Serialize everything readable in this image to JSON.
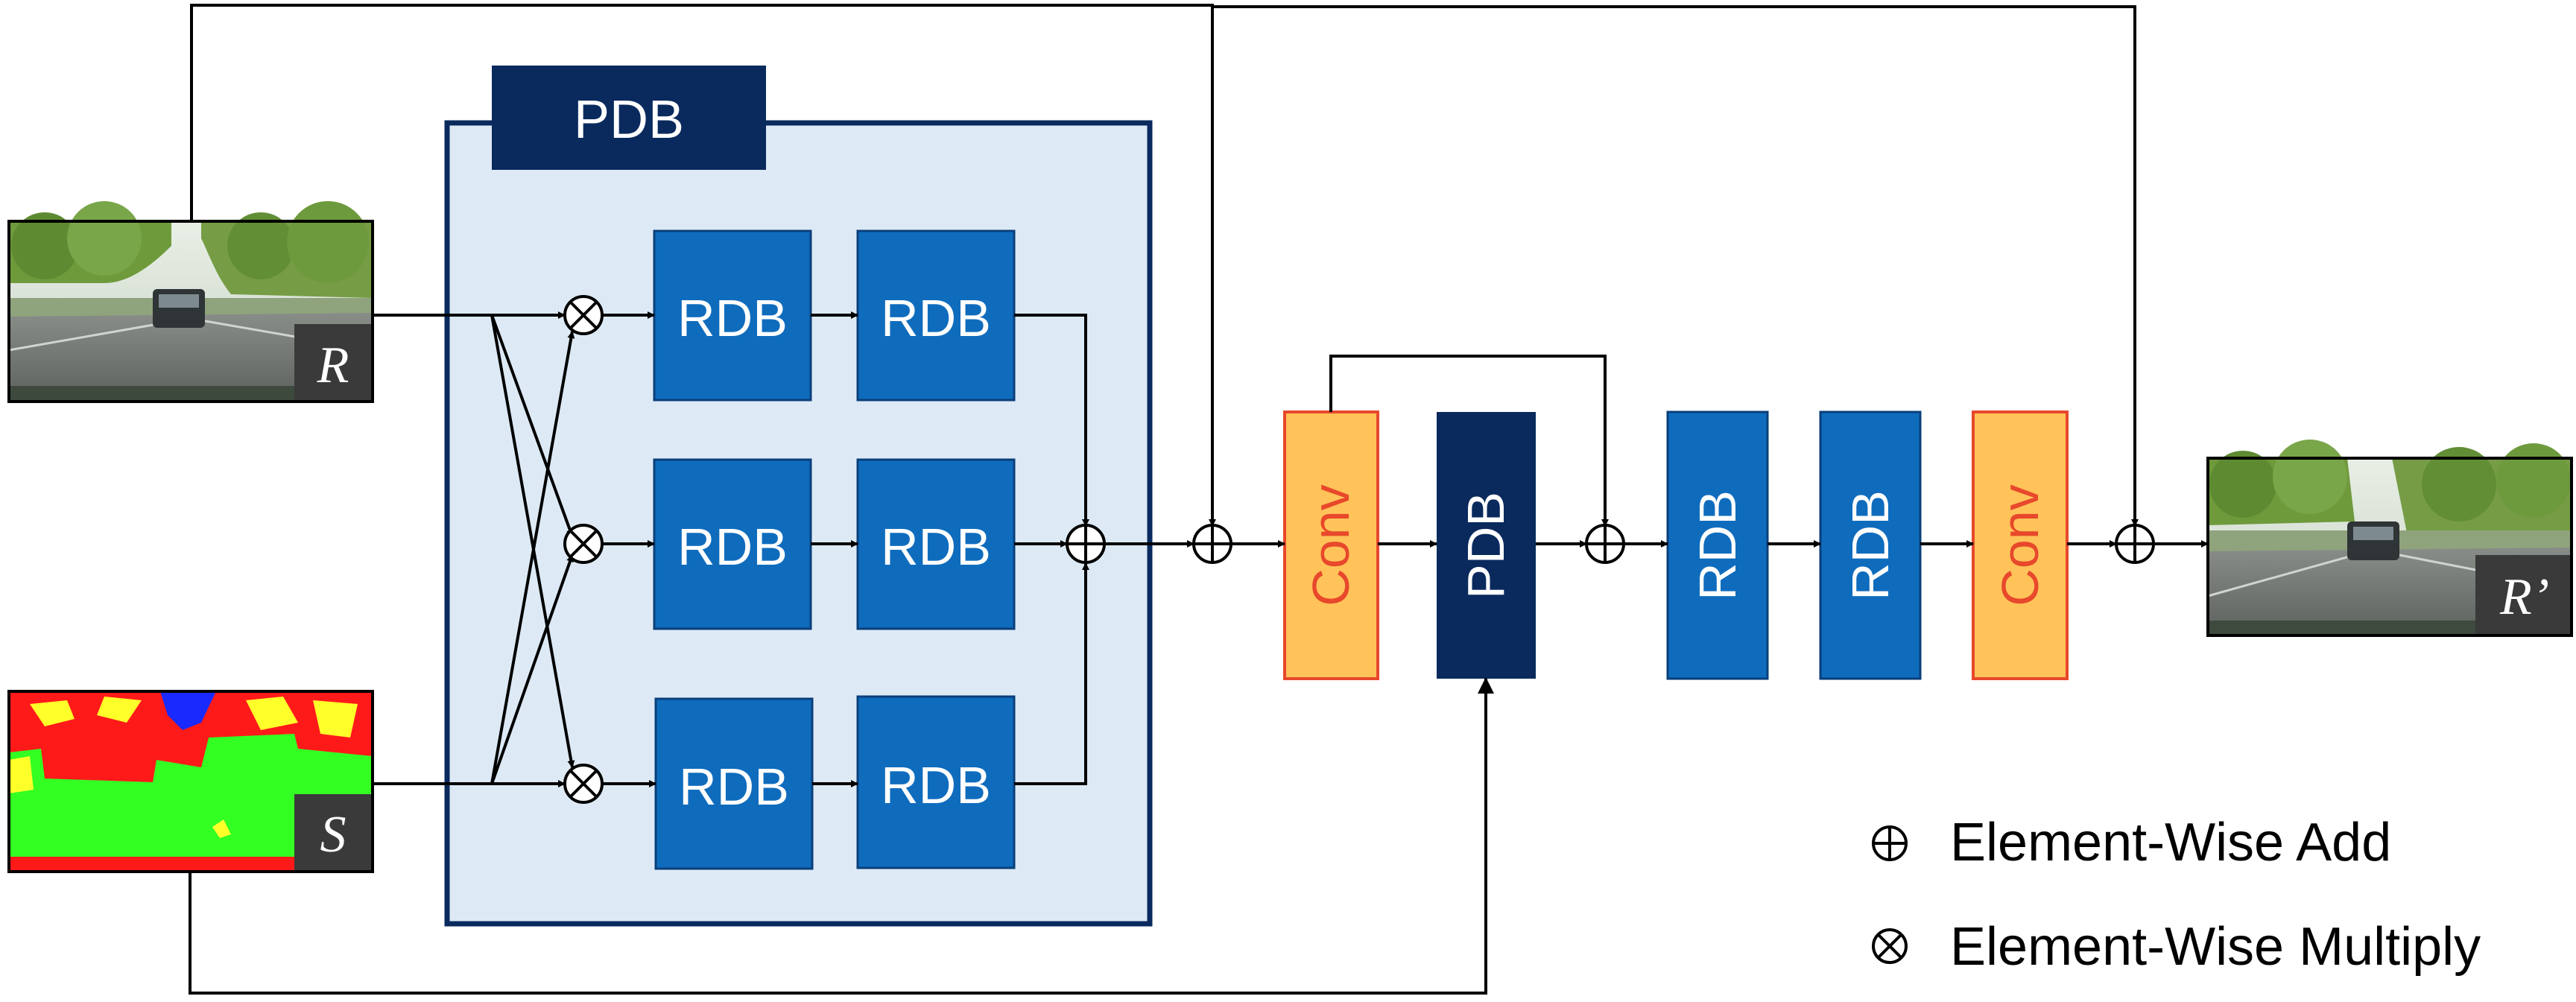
{
  "pdb_module": {
    "title": "PDB"
  },
  "rdb_blocks": {
    "r1a": "RDB",
    "r1b": "RDB",
    "r2a": "RDB",
    "r2b": "RDB",
    "r3a": "RDB",
    "r3b": "RDB"
  },
  "inputs": {
    "r_label": "R",
    "s_label": "S"
  },
  "output": {
    "label": "R’"
  },
  "pipeline": {
    "conv1": "Conv",
    "pdb": "PDB",
    "rdb1": "RDB",
    "rdb2": "RDB",
    "conv2": "Conv"
  },
  "legend": {
    "add_label": "Element-Wise Add",
    "multiply_label": "Element-Wise Multiply"
  },
  "colors": {
    "navy": "#0a2a5e",
    "rdb_blue": "#0f6cbd",
    "panel_bg": "#ddeaf5",
    "conv_fill": "#ffc35a",
    "conv_text": "#e8482b",
    "seg_red": "#ff1a1a",
    "seg_green": "#33ff22",
    "seg_yellow": "#ffff2a",
    "seg_blue": "#1a2aff"
  },
  "icons": {
    "add": "circle-plus-icon",
    "multiply": "circle-times-icon"
  }
}
